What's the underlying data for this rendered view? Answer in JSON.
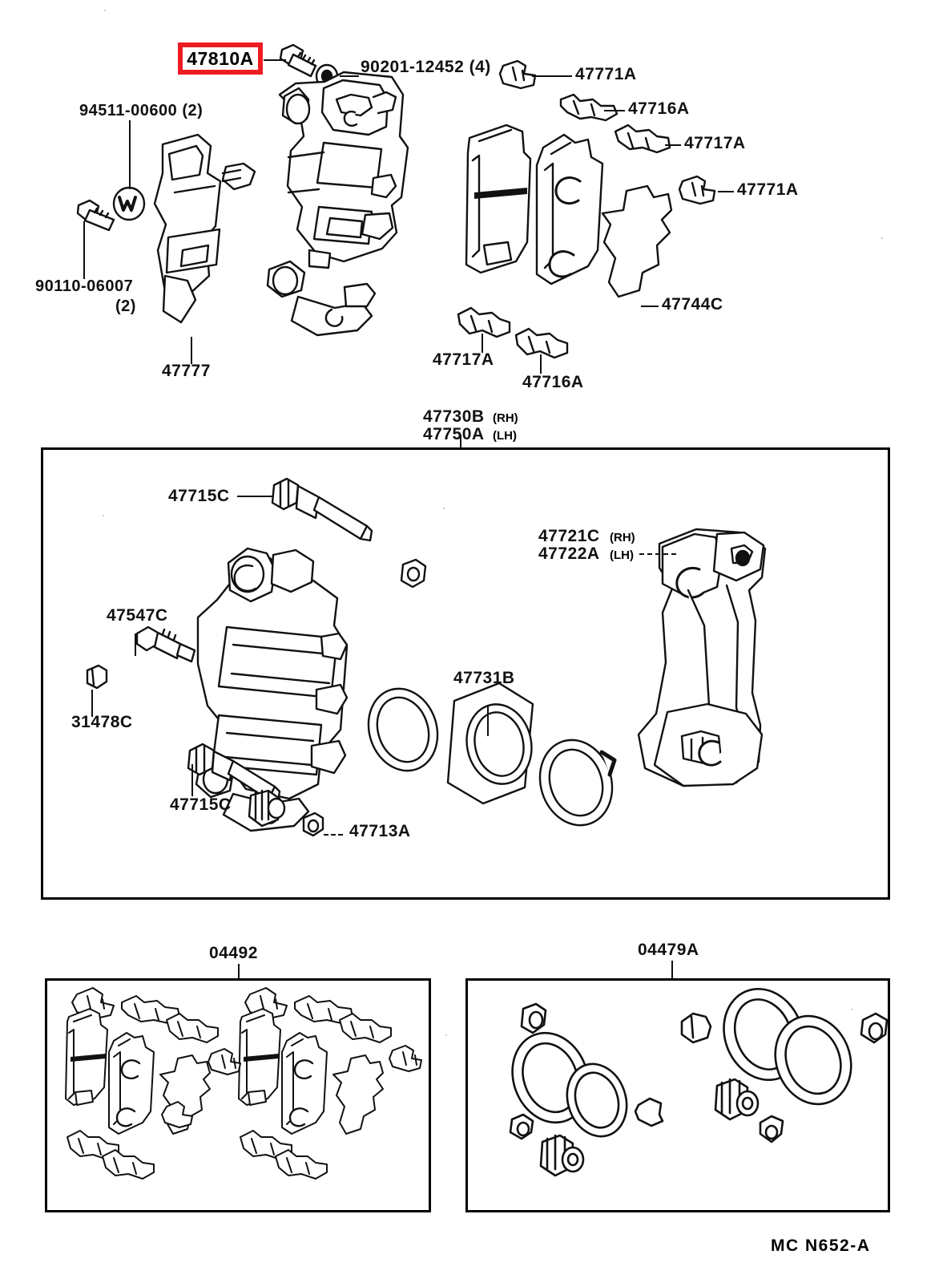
{
  "diagram": {
    "title_code": "MC N652-A",
    "highlight_color": "#ee1c22",
    "highlighted_part": "47810A"
  },
  "top_section": {
    "labels": [
      {
        "id": "94511-00600",
        "text": "94511-00600 (2)"
      },
      {
        "id": "90110-06007",
        "text": "90110-06007"
      },
      {
        "id": "90110-06007-qty",
        "text": "(2)"
      },
      {
        "id": "90201-12452",
        "text": "90201-12452 (4)"
      },
      {
        "id": "47771A-top",
        "text": "47771A"
      },
      {
        "id": "47716A-top",
        "text": "47716A"
      },
      {
        "id": "47717A-top",
        "text": "47717A"
      },
      {
        "id": "47771A-right",
        "text": "47771A"
      },
      {
        "id": "47744C",
        "text": "47744C"
      },
      {
        "id": "47777",
        "text": "47777"
      },
      {
        "id": "47717A-bottom",
        "text": "47717A"
      },
      {
        "id": "47716A-bottom",
        "text": "47716A"
      }
    ],
    "assembly": {
      "rh": "47730B",
      "rh_suffix": "(RH)",
      "lh": "47750A",
      "lh_suffix": "(LH)"
    }
  },
  "middle_panel": {
    "labels": [
      {
        "id": "47715C-top",
        "text": "47715C"
      },
      {
        "id": "47547C",
        "text": "47547C"
      },
      {
        "id": "31478C",
        "text": "31478C"
      },
      {
        "id": "47715C-bottom",
        "text": "47715C"
      },
      {
        "id": "47713A",
        "text": "47713A"
      },
      {
        "id": "47731B",
        "text": "47731B"
      }
    ],
    "bracket": {
      "rh": "47721C",
      "rh_suffix": "(RH)",
      "lh": "47722A",
      "lh_suffix": "(LH)"
    }
  },
  "kits": [
    {
      "id": "pad-kit",
      "code": "04492"
    },
    {
      "id": "seal-kit",
      "code": "04479A"
    }
  ]
}
